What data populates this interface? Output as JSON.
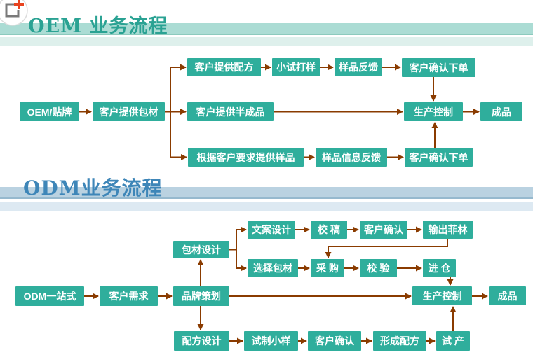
{
  "colors": {
    "node_fill": "#2fae9c",
    "node_text": "#ffffff",
    "arrow": "#8a3b00",
    "oem_title": "#2aa293",
    "oem_band": "#abdcd4",
    "oem_band_edge": "#8ccabd",
    "oem_band_light": "#def0ec",
    "odm_title": "#3e86b8",
    "odm_band": "#bad2e1",
    "odm_band_edge": "#96b9ce",
    "odm_band_light": "#dde9f2",
    "icon_square": "#7a7a7a",
    "icon_plus": "#e8431f"
  },
  "icons": {
    "corner": "screenshot-expand-icon"
  },
  "sections": [
    {
      "id": "oem",
      "title": "OEM 业务流程",
      "nodes": [
        {
          "label": "客户提供配方"
        },
        {
          "label": "小试打样"
        },
        {
          "label": "样品反馈"
        },
        {
          "label": "客户确认下单"
        },
        {
          "label": "OEM/贴牌"
        },
        {
          "label": "客户提供包材"
        },
        {
          "label": "客户提供半成品"
        },
        {
          "label": "生产控制"
        },
        {
          "label": "成品"
        },
        {
          "label": "根据客户要求提供样品"
        },
        {
          "label": "样品信息反馈"
        },
        {
          "label": "客户确认下单"
        }
      ]
    },
    {
      "id": "odm",
      "title": "ODM业务流程",
      "nodes": [
        {
          "label": "文案设计"
        },
        {
          "label": "校 稿"
        },
        {
          "label": "客户确认"
        },
        {
          "label": "输出菲林"
        },
        {
          "label": "包材设计"
        },
        {
          "label": "选择包材"
        },
        {
          "label": "采 购"
        },
        {
          "label": "校 验"
        },
        {
          "label": "进 仓"
        },
        {
          "label": "ODM一站式"
        },
        {
          "label": "客户需求"
        },
        {
          "label": "品牌策划"
        },
        {
          "label": "生产控制"
        },
        {
          "label": "成品"
        },
        {
          "label": "配方设计"
        },
        {
          "label": "试制小样"
        },
        {
          "label": "客户确认"
        },
        {
          "label": "形成配方"
        },
        {
          "label": "试 产"
        }
      ]
    }
  ]
}
